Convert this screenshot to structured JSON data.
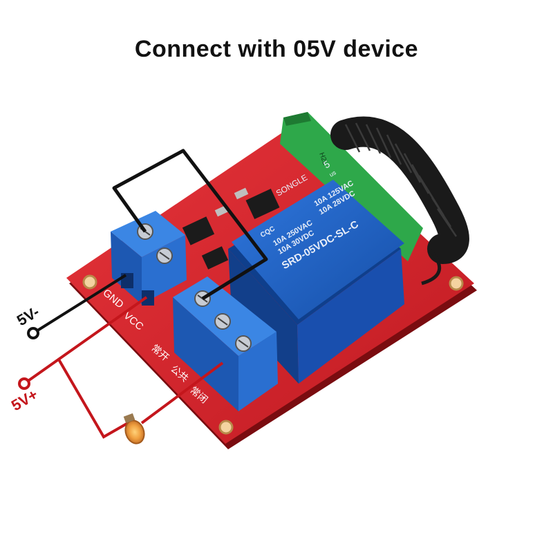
{
  "title": {
    "prefix": "Connect with",
    "voltage": "05V",
    "suffix": "device"
  },
  "wiring": {
    "minus_label": "5V-",
    "plus_label": "5V+"
  },
  "terminals": {
    "gnd": "GND",
    "vcc": "VCC",
    "no": "常开",
    "com": "公共",
    "nc": "常闭"
  },
  "relay": {
    "brand": "SONGLE",
    "rating1": "10A 250VAC",
    "rating2": "10A 30VDC",
    "rating3": "10A 125VAC",
    "rating4": "10A 28VDC",
    "model": "SRD-05VDC-SL-C",
    "cqc": "CQC",
    "pin": "5",
    "us": "us"
  },
  "module": {
    "label": "H2L"
  },
  "colors": {
    "pcb": "#d9232b",
    "terminal": "#2a6fd0",
    "relay": "#1f5fc4",
    "wire_black": "#111111",
    "wire_red": "#c4161c",
    "antenna": "#1a1a1a",
    "rf_board": "#2ea84a"
  }
}
